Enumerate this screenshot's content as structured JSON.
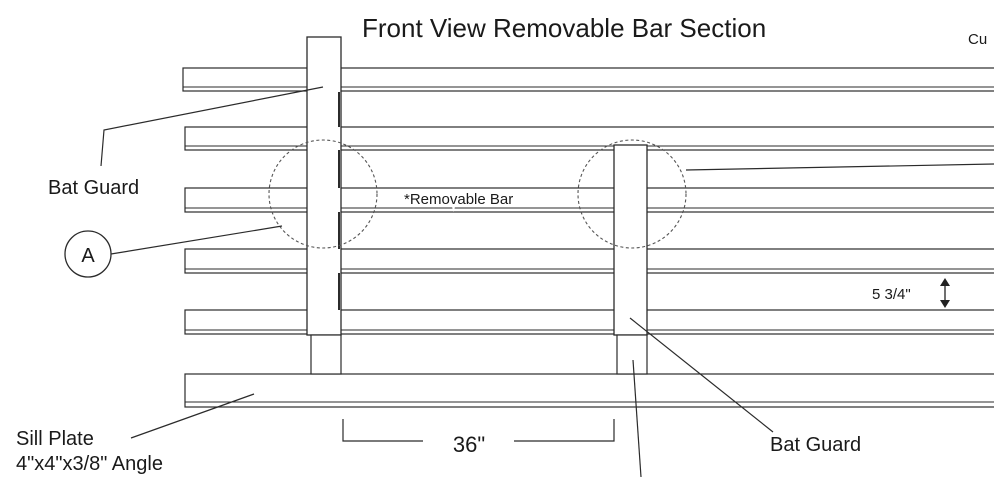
{
  "title": "Front View Removable Bar Section",
  "edge_text": "Cu",
  "labels": {
    "bat_guard_left": "Bat Guard",
    "bat_guard_right": "Bat Guard",
    "removable_bar": "*Removable Bar",
    "callout_a": "A",
    "spacing": "5 3/4\"",
    "width_dim": "36\"",
    "sill_plate_line1": "Sill Plate",
    "sill_plate_line2": "4\"x4\"x3/8\" Angle"
  }
}
